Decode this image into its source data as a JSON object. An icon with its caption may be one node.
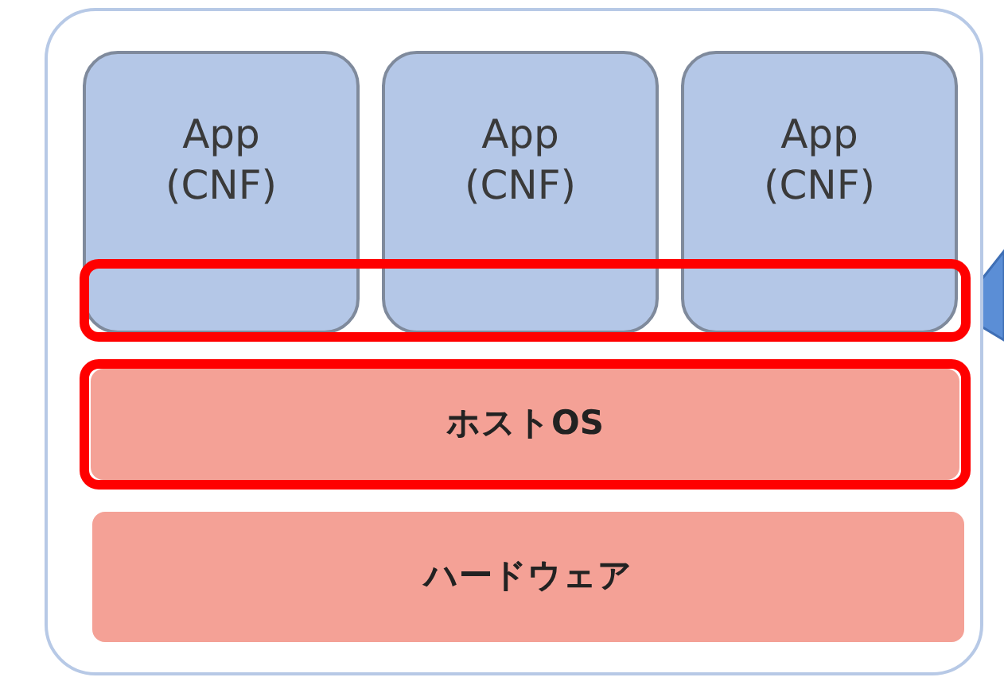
{
  "diagram": {
    "nodes": [
      {
        "text": [],
        "shape": "box"
      },
      {
        "text": [
          "App (CNF)"
        ],
        "in": 0
      },
      {
        "text": [
          "App (CNF)"
        ],
        "in": 0
      },
      {
        "text": [
          "App (CNF)"
        ],
        "in": 0
      },
      {
        "text": [],
        "shape": "box",
        "in": 0
      },
      {
        "text": [],
        "shape": "box",
        "in": 0
      },
      {
        "text": [
          "ホストOS"
        ],
        "in": 5
      },
      {
        "text": [
          "ハードウェア"
        ],
        "in": 0
      }
    ]
  }
}
